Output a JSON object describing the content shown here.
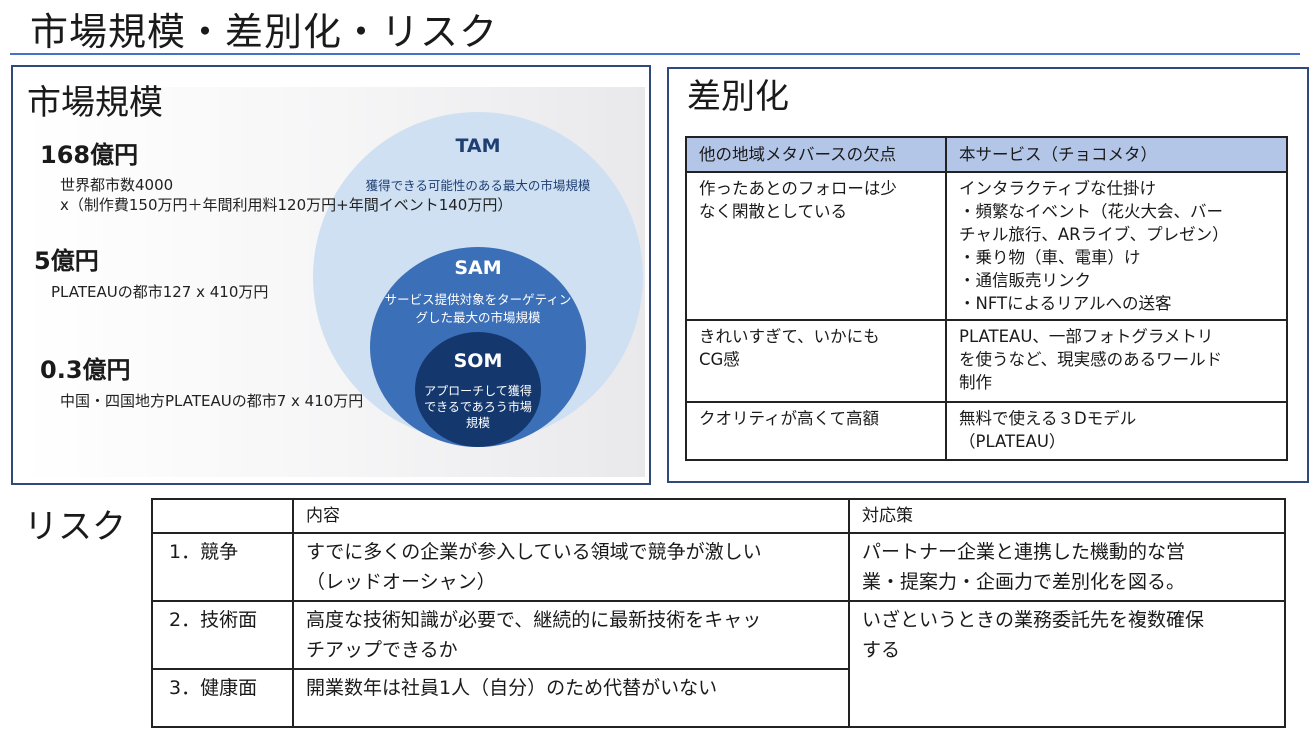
{
  "title": "市場規模・差別化・リスク",
  "market": {
    "heading": "市場規模",
    "items": [
      {
        "value": "168億円",
        "desc1": "世界都市数4000",
        "desc2": "x（制作費150万円＋年間利用料120万円+年間イベント140万円）"
      },
      {
        "value": "5億円",
        "desc1": "PLATEAUの都市127 x 410万円"
      },
      {
        "value": "0.3億円",
        "desc1": "中国・四国地方PLATEAUの都市7 x 410万円"
      }
    ],
    "circles": {
      "tam_label": "TAM",
      "tam_desc": "獲得できる可能性のある最大の市場規模",
      "sam_label": "SAM",
      "sam_desc1": "サービス提供対象をターゲティン",
      "sam_desc2": "グした最大の市場規模",
      "som_label": "SOM",
      "som_desc1": "アプローチして獲得",
      "som_desc2": "できるであろう市場",
      "som_desc3": "規模"
    }
  },
  "diff": {
    "heading": "差別化",
    "headers": [
      "他の地域メタバースの欠点",
      "本サービス（チョコメタ）"
    ],
    "rows": [
      {
        "left": [
          "作ったあとのフォローは少",
          "なく閑散としている"
        ],
        "right": [
          "インタラクティブな仕掛け",
          "・頻繁なイベント（花火大会、バー",
          "チャル旅行、ARライブ、プレゼン）",
          "・乗り物（車、電車）け",
          "・通信販売リンク",
          "・NFTによるリアルへの送客"
        ]
      },
      {
        "left": [
          "きれいすぎて、いかにも",
          "CG感"
        ],
        "right": [
          "PLATEAU、一部フォトグラメトリ",
          "を使うなど、現実感のあるワールド",
          "制作"
        ]
      },
      {
        "left": [
          "クオリティが高くて高額"
        ],
        "right": [
          "無料で使える３Dモデル",
          "（PLATEAU）"
        ]
      }
    ]
  },
  "risk": {
    "heading": "リスク",
    "headers": [
      "",
      "内容",
      "対応策"
    ],
    "rows": [
      {
        "num": "1．競争",
        "content": [
          "すでに多くの企業が参入している領域で競争が激しい",
          "（レッドオーシャン）"
        ],
        "measure": [
          "パートナー企業と連携した機動的な営",
          "業・提案力・企画力で差別化を図る。"
        ]
      },
      {
        "num": "2．技術面",
        "content": [
          "高度な技術知識が必要で、継続的に最新技術をキャッ",
          "チアップできるか"
        ],
        "measure": [
          "いざというときの業務委託先を複数確保",
          "する"
        ]
      },
      {
        "num": "3．健康面",
        "content": [
          "開業数年は社員1人（自分）のため代替がいない"
        ]
      }
    ]
  }
}
